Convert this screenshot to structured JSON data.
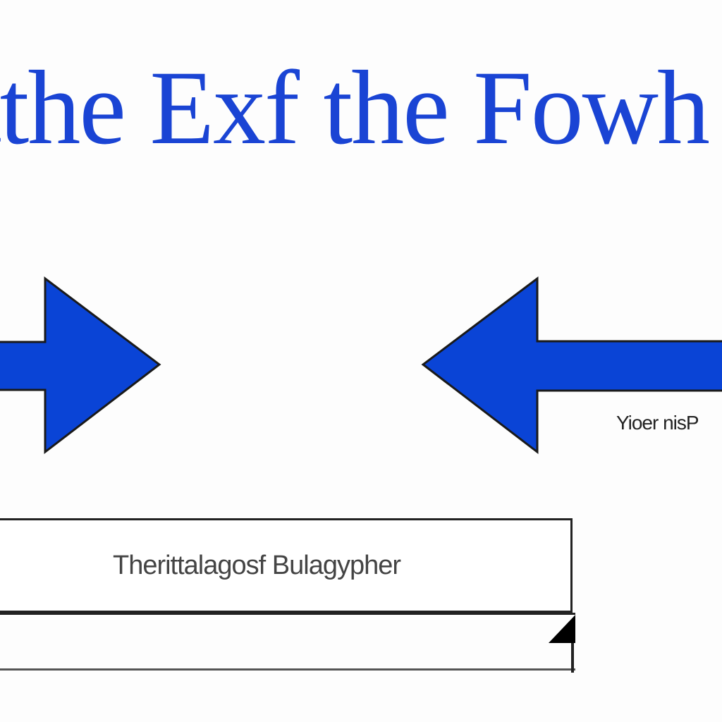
{
  "title": "tthe Exf the Fowh Wo",
  "caption": "Yioer nisP",
  "bar": {
    "label": "Therittalagosf Bulagypher"
  },
  "colors": {
    "title": "#1a44d4",
    "arrow_fill": "#0a44d6",
    "arrow_stroke": "#1a1a1a",
    "background": "#fdfdfd"
  },
  "icons": {
    "left_arrow": "arrow-right-icon",
    "right_arrow": "arrow-left-icon"
  }
}
